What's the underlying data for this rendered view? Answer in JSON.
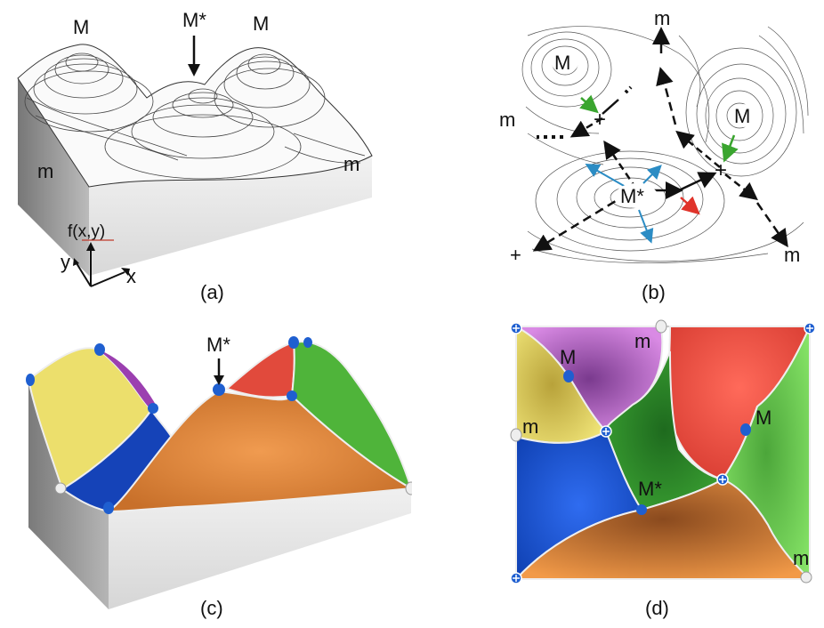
{
  "panels": {
    "a": {
      "caption": "(a)",
      "labels": {
        "max_left": "M",
        "max_center": "M*",
        "max_right": "M",
        "min_left": "m",
        "min_right": "m",
        "func": "f(x,y)",
        "axis_x": "x",
        "axis_y": "y"
      }
    },
    "b": {
      "caption": "(b)",
      "labels": {
        "min_top": "m",
        "max_left": "M",
        "max_right": "M",
        "min_left": "m",
        "saddle_bottom": "+",
        "min_bottom_right": "m",
        "max_center": "M*"
      }
    },
    "c": {
      "caption": "(c)",
      "labels": {
        "max_center": "M*"
      }
    },
    "d": {
      "caption": "(d)",
      "labels": {
        "max_top": "M",
        "min_top": "m",
        "min_left": "m",
        "max_right": "M",
        "max_center": "M*",
        "min_bottom_right": "m"
      },
      "region_colors": {
        "purple": "#c97ad6",
        "red": "#e14a3c",
        "yellow": "#ecdf6c",
        "green_dark": "#2f8f2a",
        "green_light": "#6cd04a",
        "blue": "#1a57d8",
        "orange": "#e88d3e"
      }
    }
  }
}
